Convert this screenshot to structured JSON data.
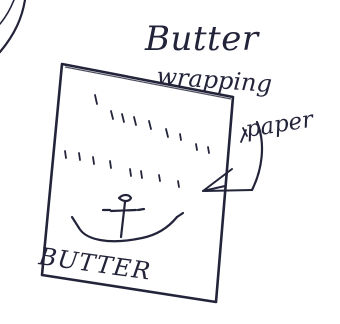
{
  "sketch": {
    "title": "Butter",
    "annotation_line1": "wrapping",
    "annotation_line2": "paper",
    "package_label": "BUTTER",
    "ink_color": "#23243a",
    "paper_color": "#ffffff",
    "icon": "anchor-icon"
  }
}
